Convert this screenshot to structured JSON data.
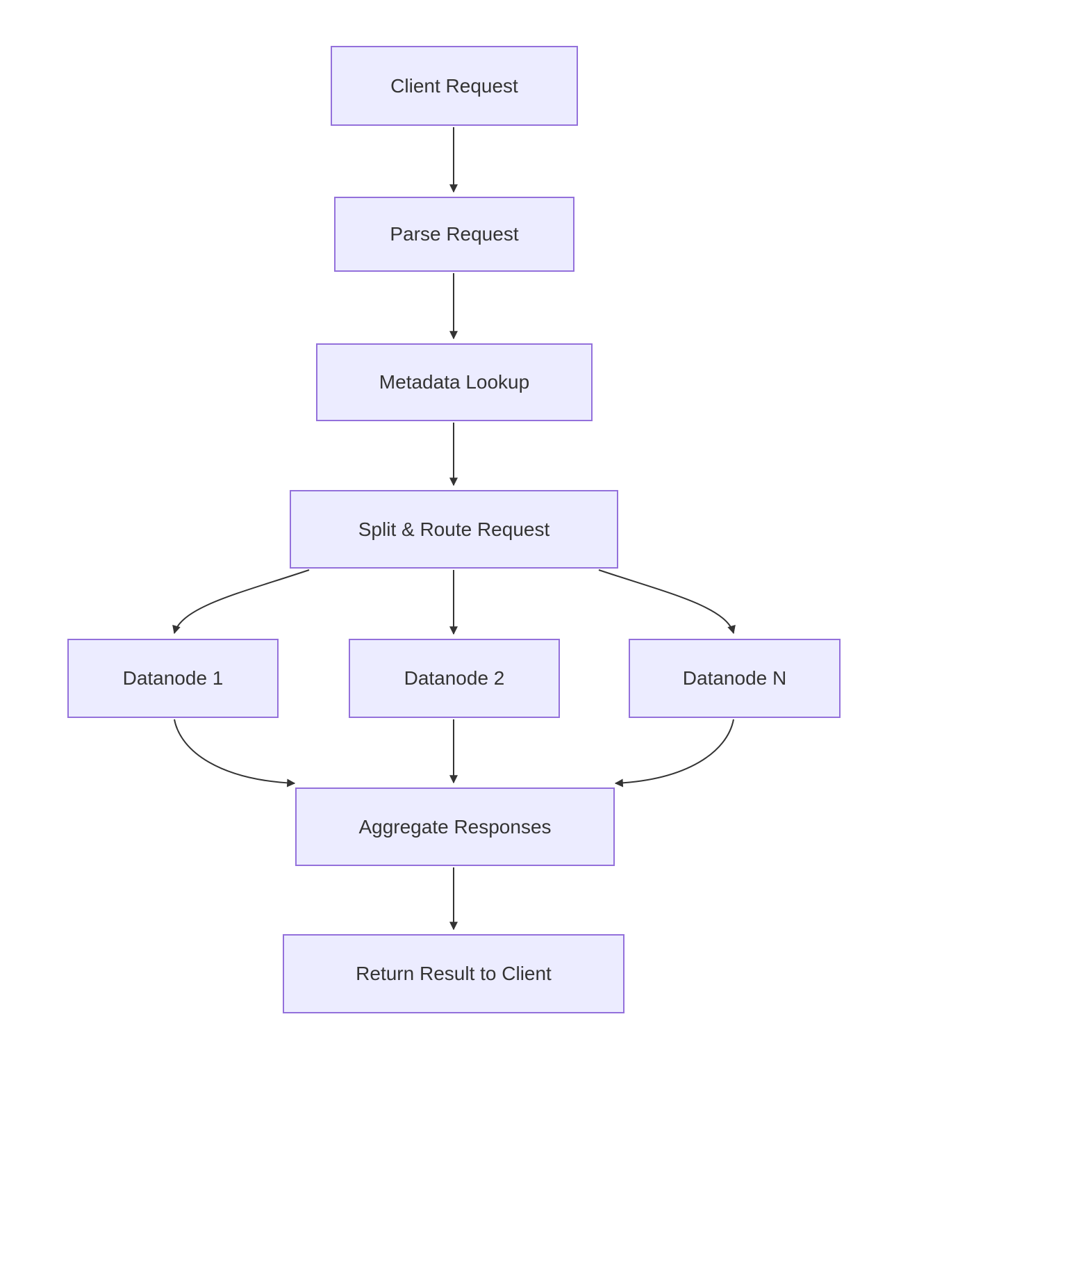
{
  "diagram_type": "flowchart",
  "orientation": "top-down",
  "colors": {
    "node_fill": "#ECECFF",
    "node_border": "#9370DB",
    "text": "#333333",
    "edge": "#333333",
    "background": "#FFFFFF"
  },
  "nodes": {
    "client_request": {
      "label": "Client Request"
    },
    "parse_request": {
      "label": "Parse Request"
    },
    "metadata_lookup": {
      "label": "Metadata Lookup"
    },
    "split_route": {
      "label": "Split & Route Request"
    },
    "datanode_1": {
      "label": "Datanode 1"
    },
    "datanode_2": {
      "label": "Datanode 2"
    },
    "datanode_n": {
      "label": "Datanode N"
    },
    "aggregate": {
      "label": "Aggregate Responses"
    },
    "return_result": {
      "label": "Return Result to Client"
    }
  },
  "edges": [
    {
      "from": "client_request",
      "to": "parse_request"
    },
    {
      "from": "parse_request",
      "to": "metadata_lookup"
    },
    {
      "from": "metadata_lookup",
      "to": "split_route"
    },
    {
      "from": "split_route",
      "to": "datanode_1"
    },
    {
      "from": "split_route",
      "to": "datanode_2"
    },
    {
      "from": "split_route",
      "to": "datanode_n"
    },
    {
      "from": "datanode_1",
      "to": "aggregate"
    },
    {
      "from": "datanode_2",
      "to": "aggregate"
    },
    {
      "from": "datanode_n",
      "to": "aggregate"
    },
    {
      "from": "aggregate",
      "to": "return_result"
    }
  ]
}
